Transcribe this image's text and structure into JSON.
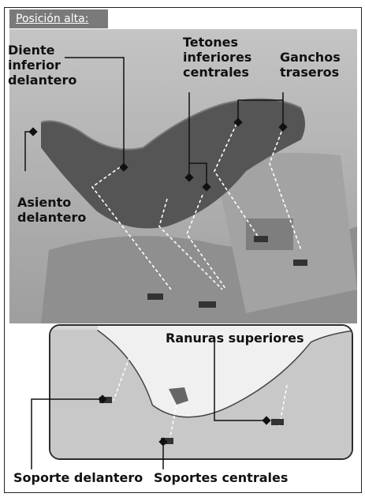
{
  "header": {
    "tag": "Posición alta:"
  },
  "labels": {
    "front_lower_tooth": [
      "Diente",
      "inferior",
      "delantero"
    ],
    "center_lower_bosses": [
      "Tetones",
      "inferiores",
      "centrales"
    ],
    "rear_hooks": [
      "Ganchos",
      "traseros"
    ],
    "front_seat": [
      "Asiento",
      "delantero"
    ],
    "upper_slots": "Ranuras superiores",
    "front_bracket": "Soporte delantero",
    "center_brackets": "Soportes centrales"
  }
}
